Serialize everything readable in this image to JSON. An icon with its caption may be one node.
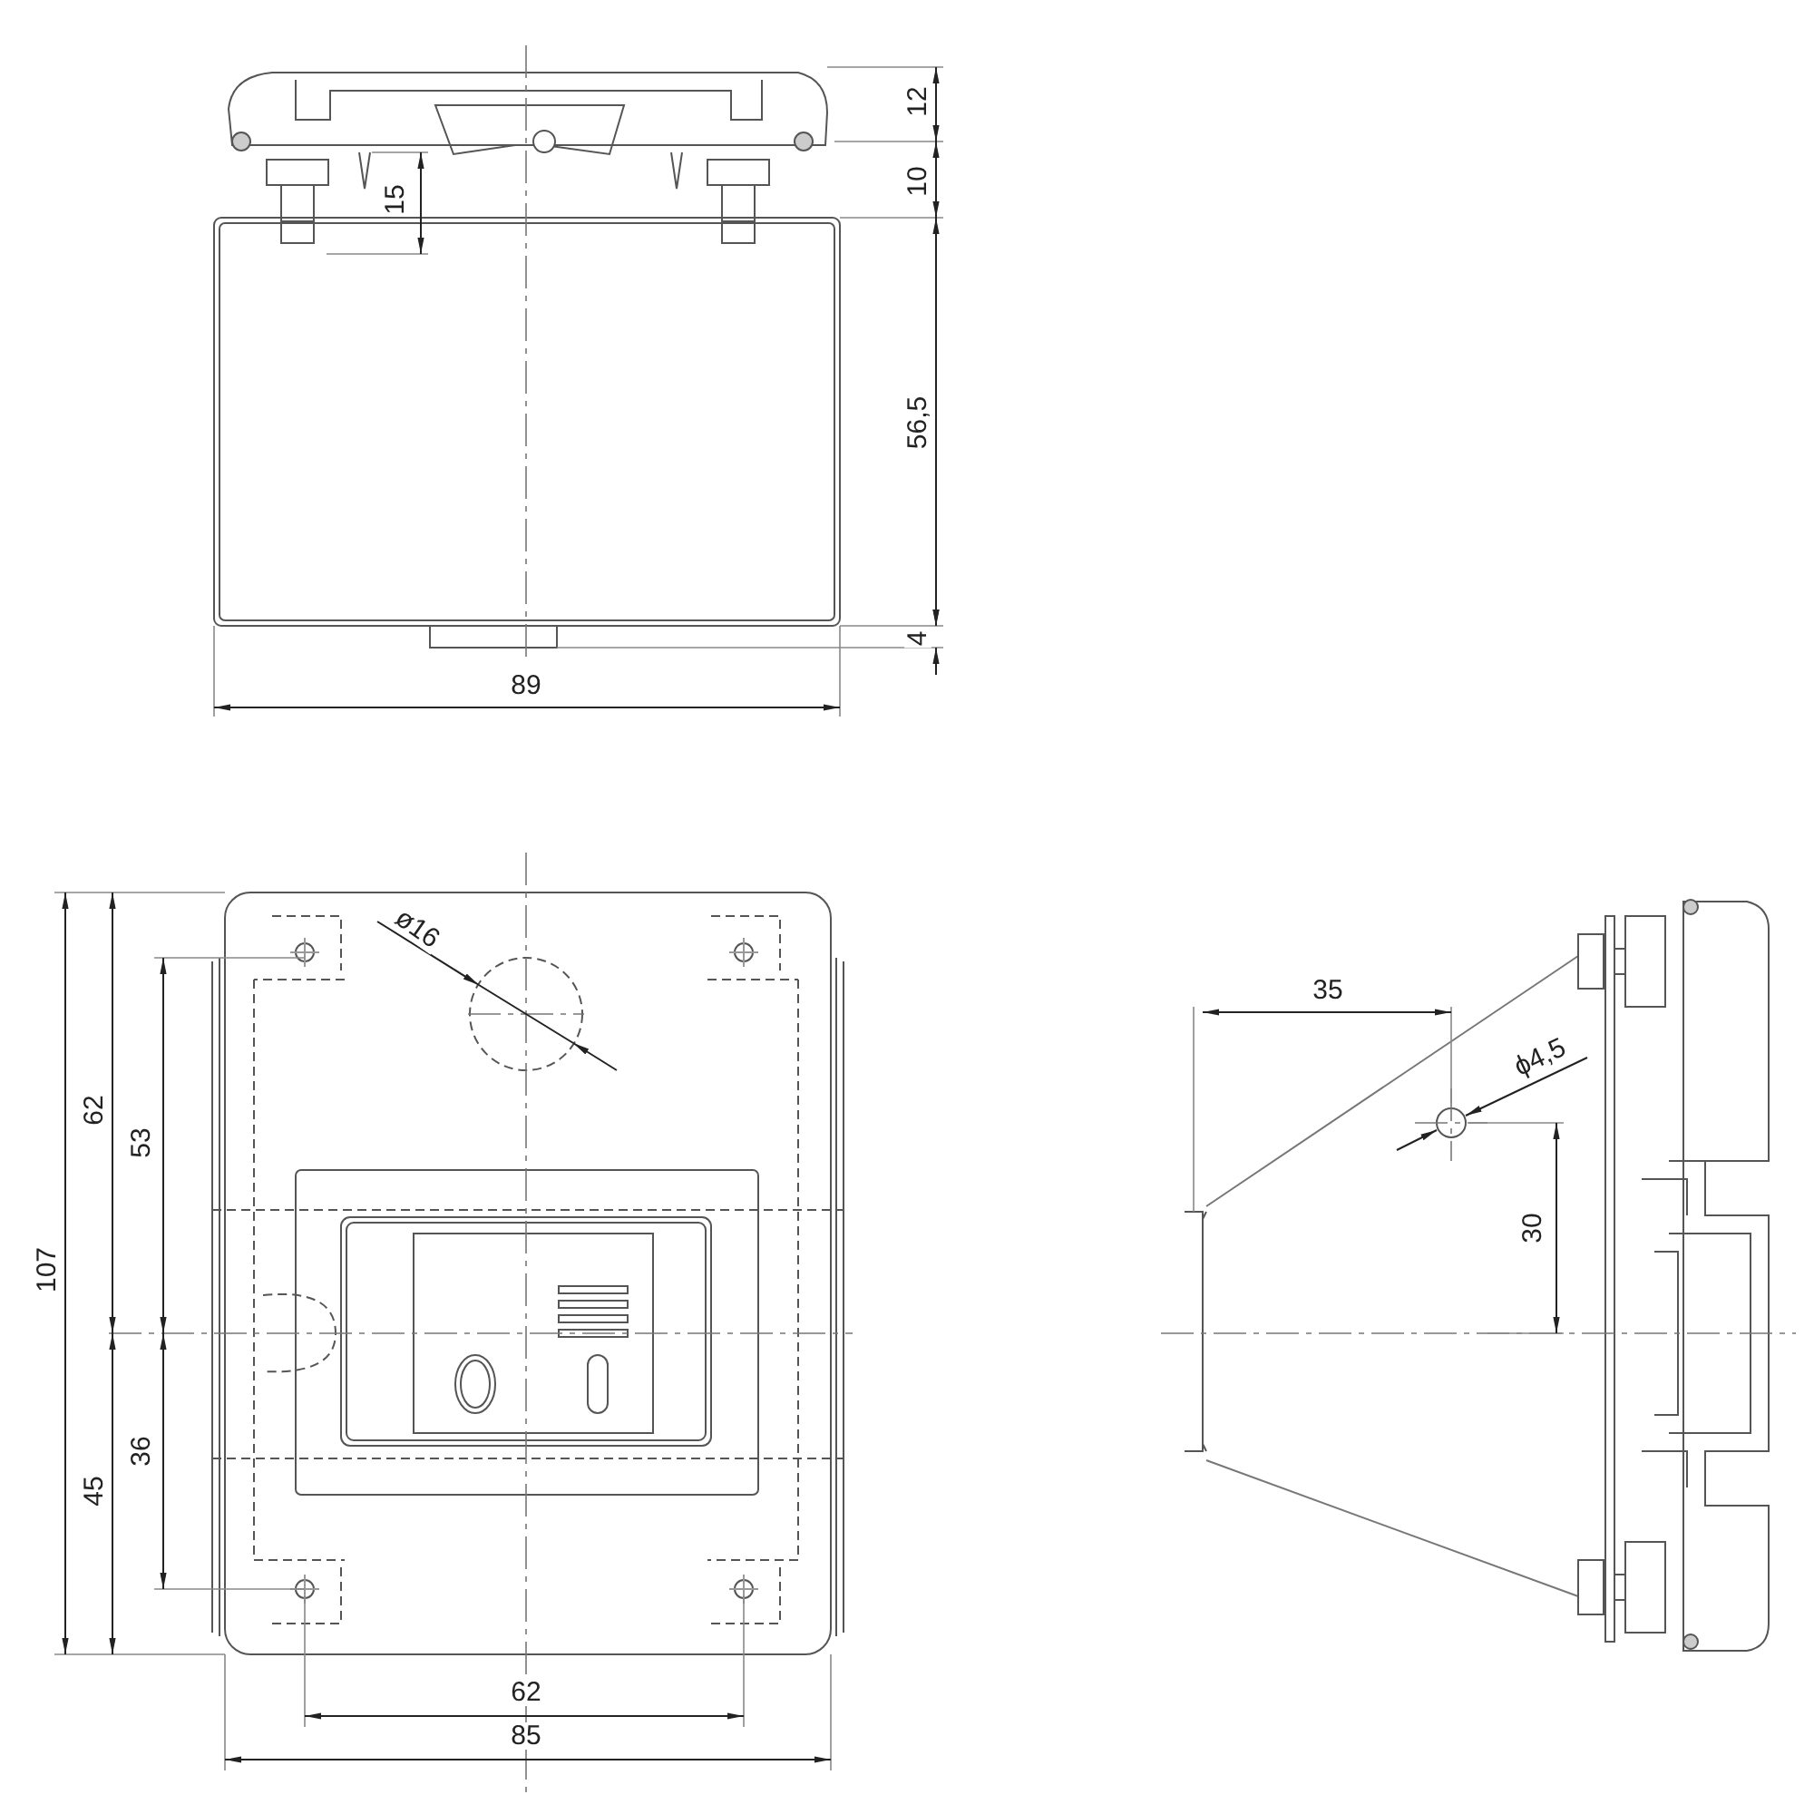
{
  "diagram": {
    "labels": [
      "12",
      "10",
      "15",
      "56,5",
      "4",
      "89",
      "ø16",
      "62",
      "53",
      "107",
      "45",
      "36",
      "62",
      "85",
      "35",
      "ϕ4,5",
      "30"
    ]
  }
}
